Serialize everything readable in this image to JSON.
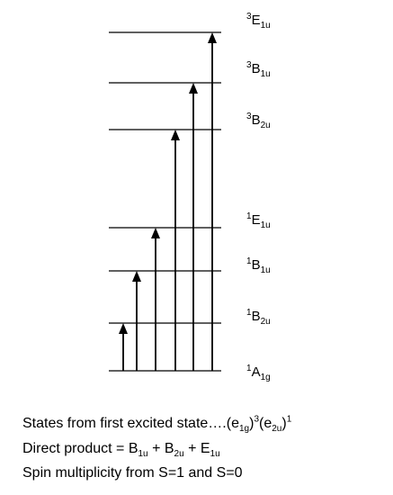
{
  "levels": [
    {
      "id": "A1g",
      "sup": "1",
      "main": "A",
      "sub": "1g"
    },
    {
      "id": "1B2u",
      "sup": "1",
      "main": "B",
      "sub": "2u"
    },
    {
      "id": "1B1u",
      "sup": "1",
      "main": "B",
      "sub": "1u"
    },
    {
      "id": "1E1u",
      "sup": "1",
      "main": "E",
      "sub": "1u"
    },
    {
      "id": "3B2u",
      "sup": "3",
      "main": "B",
      "sub": "2u"
    },
    {
      "id": "3B1u",
      "sup": "3",
      "main": "B",
      "sub": "1u"
    },
    {
      "id": "3E1u",
      "sup": "3",
      "main": "E",
      "sub": "1u"
    }
  ],
  "transitions": [
    {
      "from": "A1g",
      "to": "1B2u"
    },
    {
      "from": "A1g",
      "to": "1B1u"
    },
    {
      "from": "A1g",
      "to": "1E1u"
    },
    {
      "from": "A1g",
      "to": "3B2u"
    },
    {
      "from": "A1g",
      "to": "3B1u"
    },
    {
      "from": "A1g",
      "to": "3E1u"
    }
  ],
  "caption": {
    "line1": {
      "text": "States from first excited state….",
      "paren1_open": "(e",
      "paren1_sub": "1g",
      "paren1_close": ")",
      "paren1_sup": "3",
      "paren2_open": "(e",
      "paren2_sub": "2u",
      "paren2_close": ")",
      "paren2_sup": "1"
    },
    "line2": {
      "text": "Direct product = B",
      "b1_sub": "1u",
      "plus1": " + B",
      "b2_sub": "2u",
      "plus2": " + E",
      "e_sub": "1u"
    },
    "line3": {
      "text": "Spin multiplicity from S=1 and S=0"
    }
  },
  "colors": {
    "line": "#000000",
    "background": "#ffffff"
  }
}
